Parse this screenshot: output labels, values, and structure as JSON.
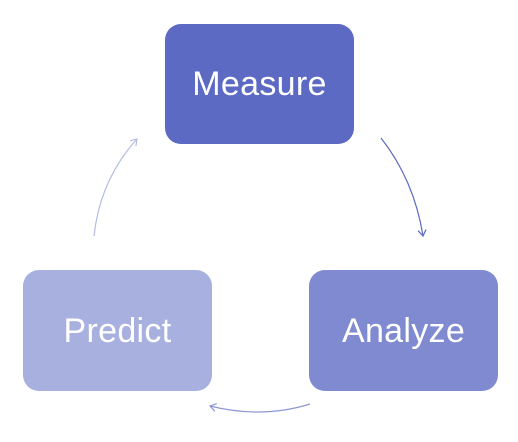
{
  "diagram": {
    "type": "cycle",
    "nodes": [
      {
        "id": "measure",
        "label": "Measure",
        "color": "#5C6AC4"
      },
      {
        "id": "analyze",
        "label": "Analyze",
        "color": "#7F8AD1"
      },
      {
        "id": "predict",
        "label": "Predict",
        "color": "#A8B0DF"
      }
    ],
    "edges": [
      {
        "from": "measure",
        "to": "analyze",
        "color": "#5C6AC4"
      },
      {
        "from": "analyze",
        "to": "predict",
        "color": "#8E97D3"
      },
      {
        "from": "predict",
        "to": "measure",
        "color": "#B5BCE3"
      }
    ]
  }
}
